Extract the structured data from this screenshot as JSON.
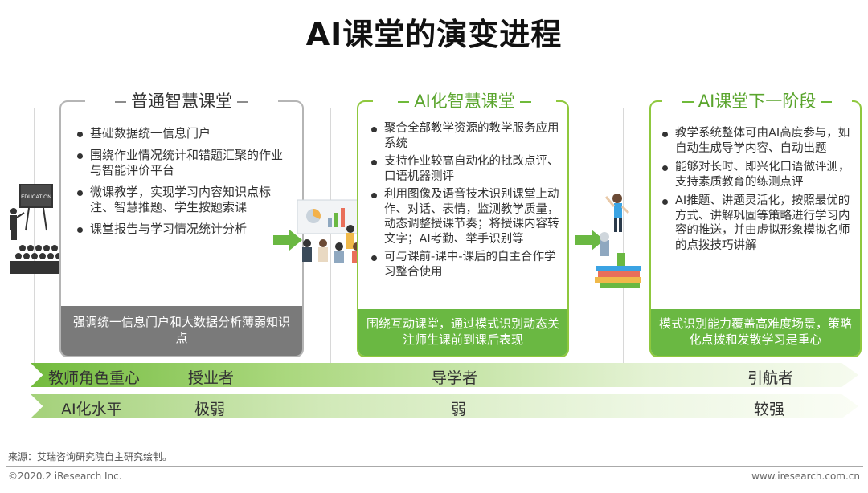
{
  "title": "AI课堂的演变进程",
  "stages": [
    {
      "title": "普通智慧课堂",
      "bullets": [
        "基础数据统一信息门户",
        "围绕作业情况统计和错题汇聚的作业与智能评价平台",
        "微课教学，实现学习内容知识点标注、智慧推题、学生按题索课",
        "课堂报告与学习情况统计分析"
      ],
      "footer": "强调统一信息门户和大数据分析薄弱知识点"
    },
    {
      "title": "AI化智慧课堂",
      "bullets": [
        "聚合全部教学资源的教学服务应用系统",
        "支持作业较高自动化的批改点评、口语机器测评",
        "利用图像及语音技术识别课堂上动作、对话、表情，监测教学质量，动态调整授课节奏；将授课内容转文字；AI考勤、举手识别等",
        "可与课前-课中-课后的自主合作学习整合使用"
      ],
      "footer": "围绕互动课堂，通过模式识别动态关注师生课前到课后表现"
    },
    {
      "title": "AI课堂下一阶段",
      "bullets": [
        "教学系统整体可由AI高度参与，如自动生成导学内容、自动出题",
        "能够对长时、即兴化口语做评测，支持素质教育的练测点评",
        "AI推题、讲题灵活化，按照最优的方式、讲解巩固等策略进行学习内容的推送，并由虚拟形象模拟名师的点拨技巧讲解"
      ],
      "footer": "模式识别能力覆盖高难度场景，策略化点拨和发散学习是重心"
    }
  ],
  "illustration_text": {
    "board": "EDUCATION"
  },
  "bands": [
    {
      "label": "教师角色重心",
      "values": [
        "授业者",
        "导学者",
        "引航者"
      ]
    },
    {
      "label": "AI化水平",
      "values": [
        "极弱",
        "弱",
        "较强"
      ]
    }
  ],
  "source": "来源：艾瑞咨询研究院自主研究绘制。",
  "copyright": "©2020.2 iResearch Inc.",
  "site": "www.iresearch.com.cn",
  "colors": {
    "green": "#6ab842",
    "gray": "#7a7a7a",
    "green_border": "#8fc83e"
  }
}
